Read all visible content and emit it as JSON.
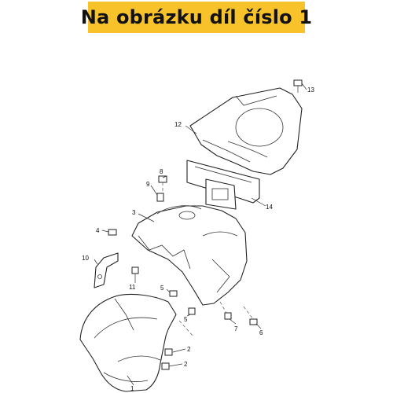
{
  "banner": {
    "title": "Na obrázku díl číslo 1",
    "background": "#f7c22a"
  },
  "diagram": {
    "callouts": [
      "1",
      "2",
      "2",
      "3",
      "4",
      "5",
      "5",
      "6",
      "7",
      "8",
      "9",
      "10",
      "11",
      "12",
      "13",
      "14"
    ]
  }
}
